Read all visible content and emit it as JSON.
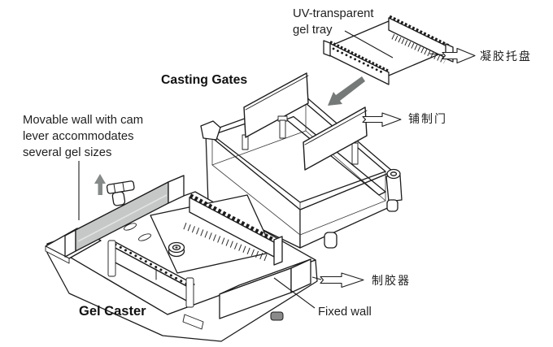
{
  "figure": {
    "title": "Gel caster assembly diagram",
    "background": "#ffffff",
    "line_color": "#1c1c1c",
    "movable_wall_gray": "#c6c8c7",
    "arrow_gray": "#75797 8",
    "labels": {
      "uv_tray_line1": "UV-transparent",
      "uv_tray_line2": "gel tray",
      "casting_gates": "Casting Gates",
      "movable_wall_line1": "Movable wall with cam",
      "movable_wall_line2": "lever accommodates",
      "movable_wall_line3": "several gel sizes",
      "gel_caster": "Gel Caster",
      "fixed_wall": "Fixed wall",
      "cn_gel_tray": "凝胶托盘",
      "cn_casting_gate": "铺制门",
      "cn_gel_caster": "制胶器"
    }
  }
}
